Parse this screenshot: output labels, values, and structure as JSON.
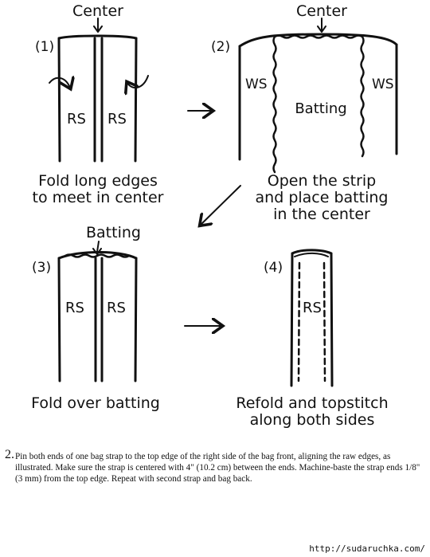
{
  "panels": [
    {
      "step": "(1)",
      "top_label": "Center",
      "left_label": "RS",
      "right_label": "RS",
      "caption_lines": [
        "Fold long edges",
        "to meet in center"
      ]
    },
    {
      "step": "(2)",
      "top_label": "Center",
      "left_label": "WS",
      "right_label": "WS",
      "center_label": "Batting",
      "caption_lines": [
        "Open the strip",
        "and place batting",
        "in the center"
      ]
    },
    {
      "step": "(3)",
      "top_label": "Batting",
      "left_label": "RS",
      "right_label": "RS",
      "caption_lines": [
        "Fold over batting"
      ]
    },
    {
      "step": "(4)",
      "center_label": "RS",
      "caption_lines": [
        "Refold and topstitch",
        "along both sides"
      ]
    }
  ],
  "instructions": {
    "number": "2.",
    "text": "Pin both ends of one bag strap to the top edge of the right side of the bag front, aligning the raw edges, as illustrated. Make sure the strap is centered with 4\" (10.2 cm) between the ends. Machine-baste the strap ends 1/8\" (3 mm) from the top edge. Repeat with second strap and bag back."
  },
  "watermark": "http://sudaruchka.com/"
}
